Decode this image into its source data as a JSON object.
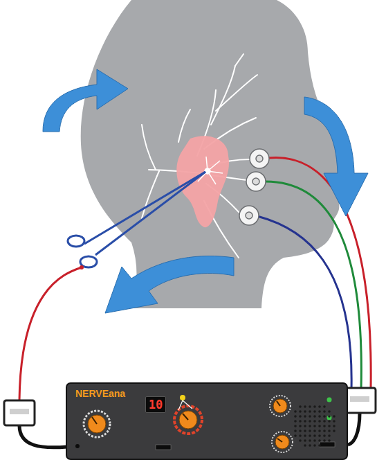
{
  "diagram": {
    "nodes": [
      {
        "text": [
          "NERVEana"
        ]
      },
      {
        "text": [
          "10"
        ],
        "in": 0
      }
    ]
  }
}
